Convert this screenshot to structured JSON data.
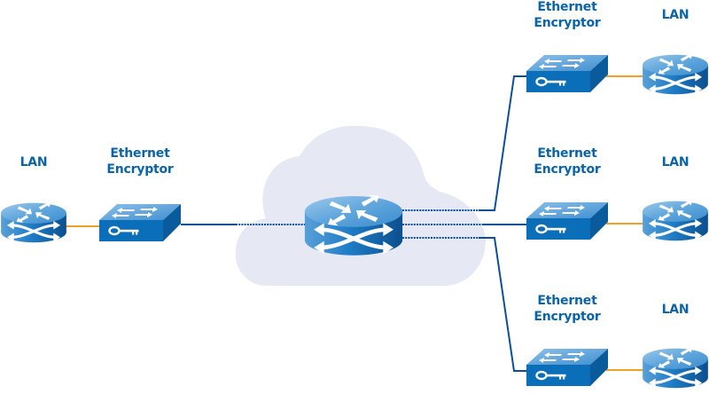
{
  "diagram": {
    "type": "network-topology",
    "colors": {
      "device_blue": "#0a6fb8",
      "device_top": "#6aaee0",
      "link_blue": "#0b4f9a",
      "lan_link_orange": "#f0a028",
      "cloud_fill": "#e6e9f4",
      "label_color": "#0b63a8"
    },
    "left_site": {
      "lan_label": "LAN",
      "encryptor_label_line1": "Ethernet",
      "encryptor_label_line2": "Encryptor"
    },
    "core": {
      "cloud": "network-cloud",
      "router": "core-router"
    },
    "right_sites": [
      {
        "encryptor_label_line1": "Ethernet",
        "encryptor_label_line2": "Encryptor",
        "lan_label": "LAN"
      },
      {
        "encryptor_label_line1": "Ethernet",
        "encryptor_label_line2": "Encryptor",
        "lan_label": "LAN"
      },
      {
        "encryptor_label_line1": "Ethernet",
        "encryptor_label_line2": "Encryptor",
        "lan_label": "LAN"
      }
    ],
    "icons": {
      "router": "router-icon",
      "encryptor": "encryptor-switch-key-icon",
      "cloud": "cloud-icon"
    }
  }
}
